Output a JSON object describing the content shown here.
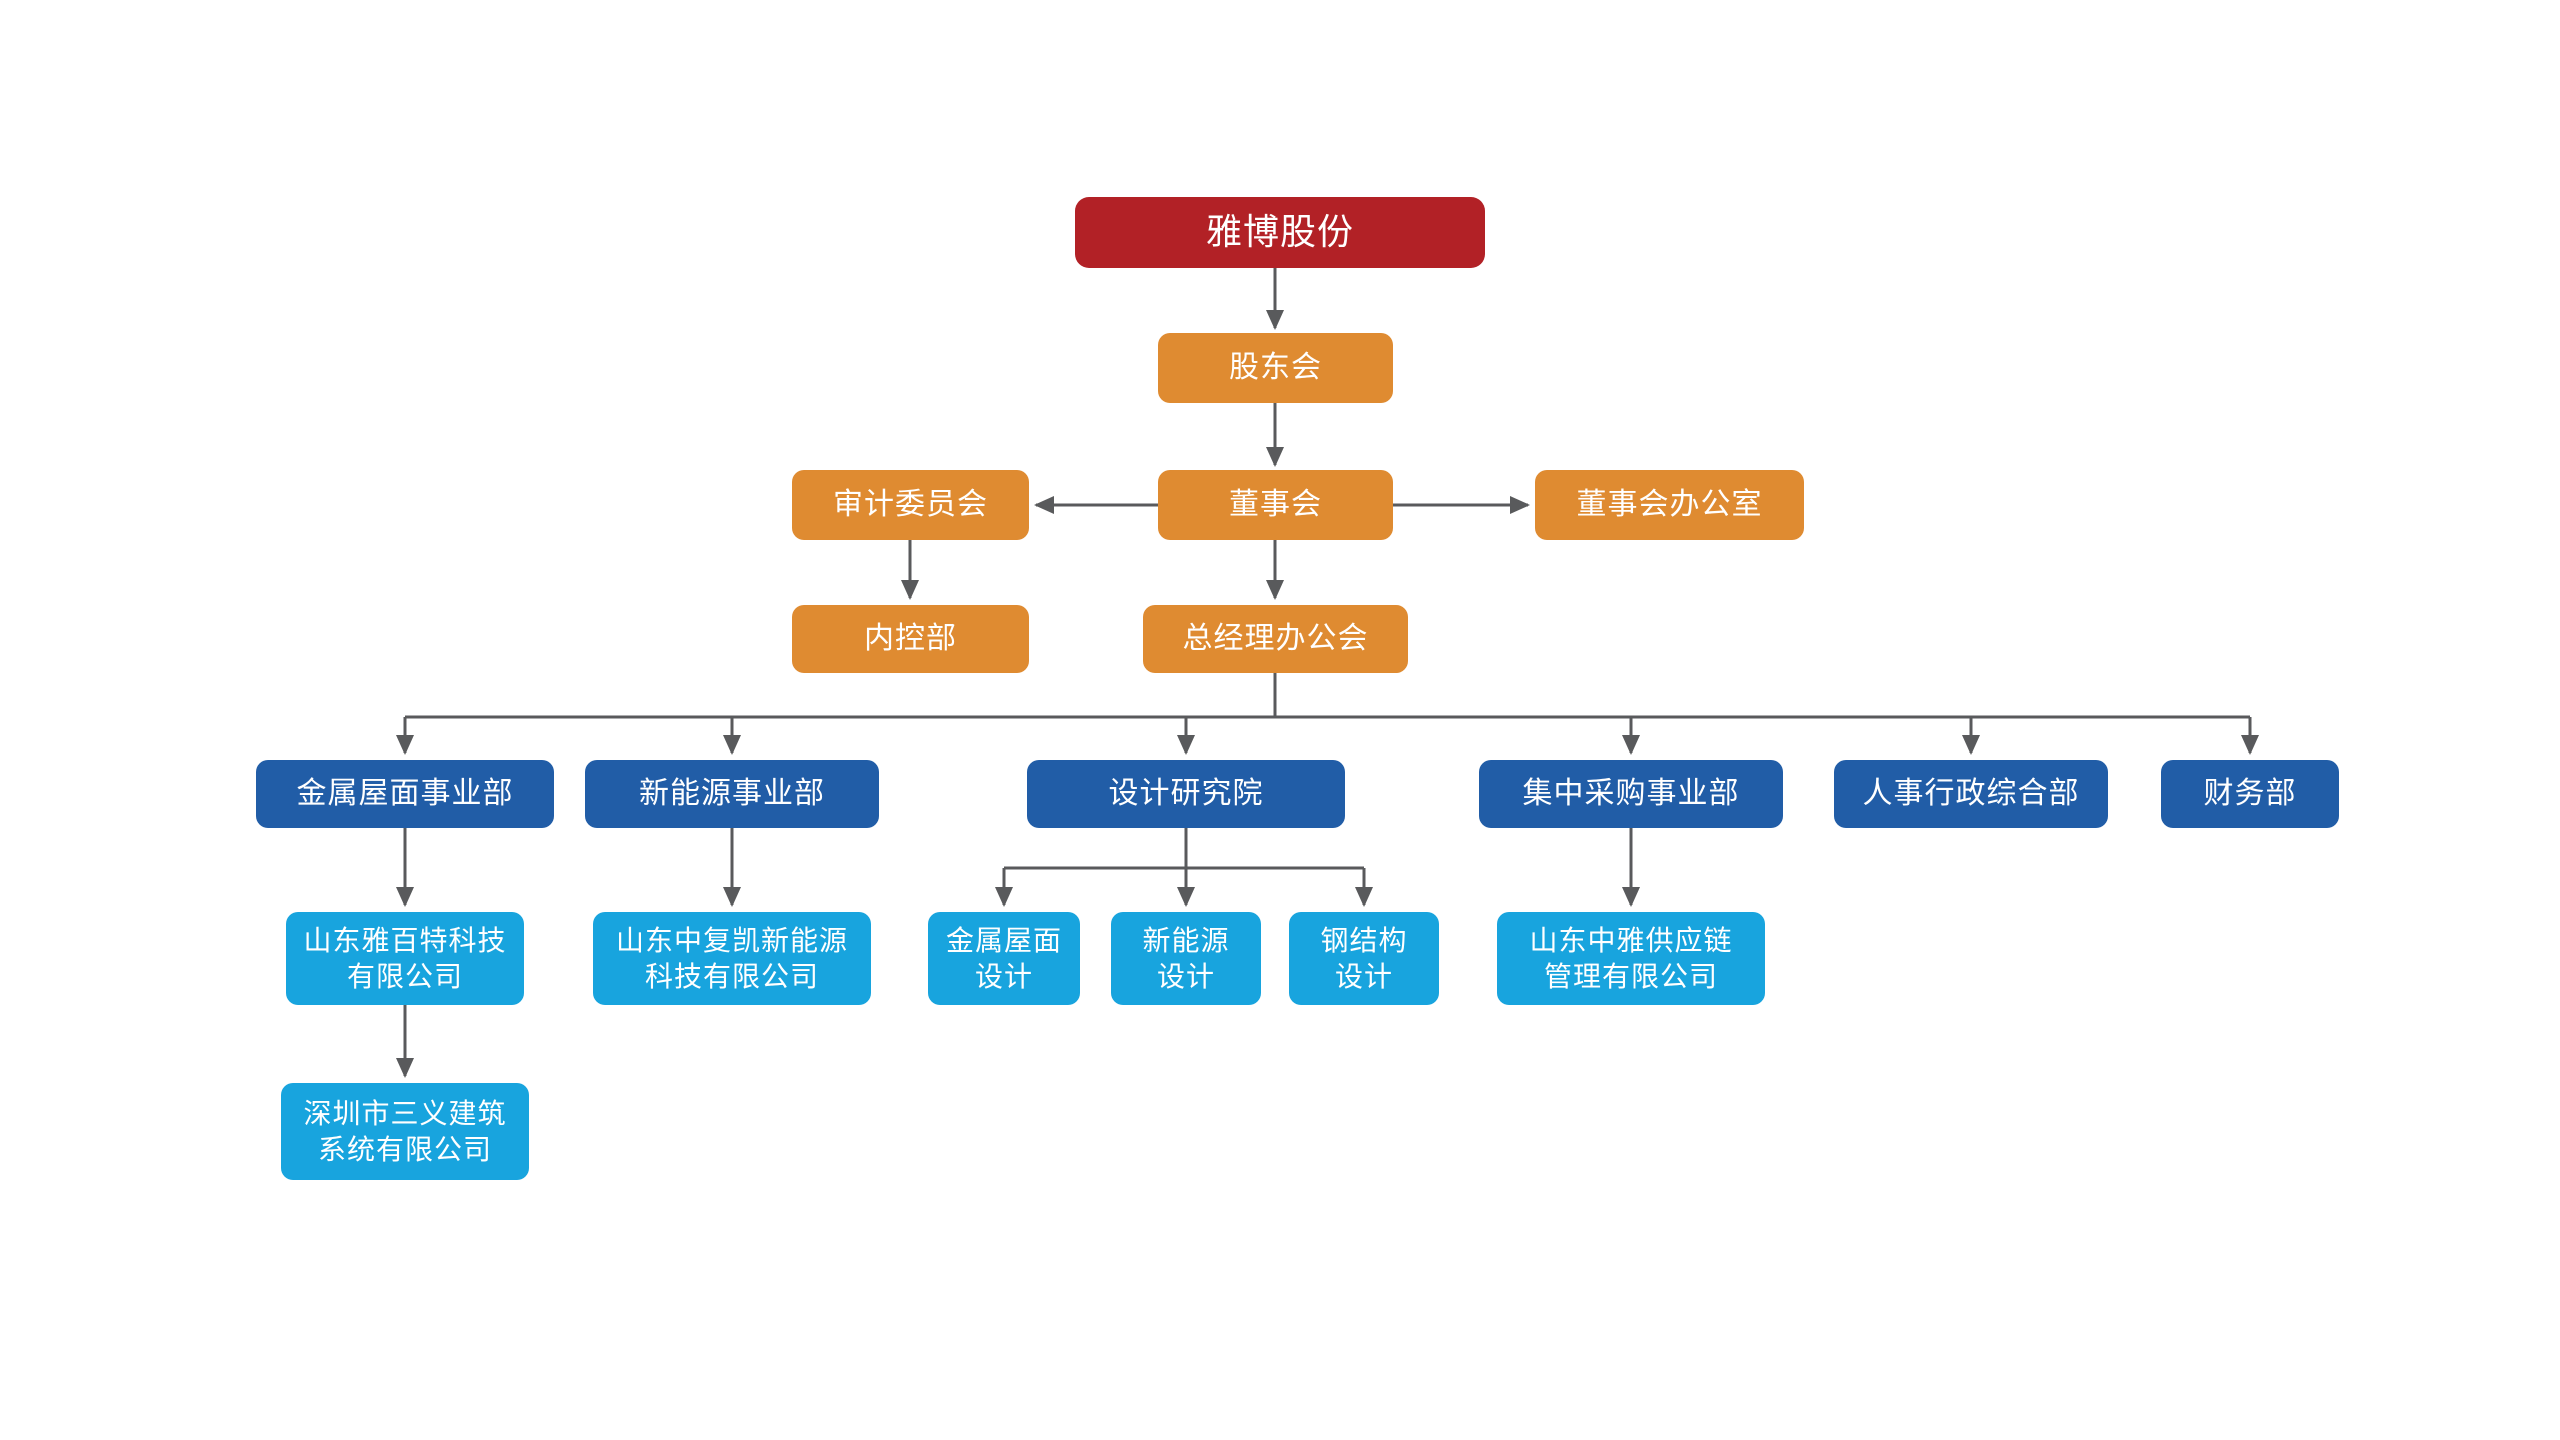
{
  "diagram": {
    "type": "org-chart",
    "colors": {
      "root_red": "#b22126",
      "governance_orange": "#df8b31",
      "department_blue": "#215da7",
      "subsidiary_lightblue": "#18a4de",
      "connector_gray": "#595a5c",
      "text": "#ffffff",
      "background": "#ffffff"
    }
  },
  "nodes": {
    "root": {
      "label": "雅博股份"
    },
    "shareholders_meeting": {
      "label": "股东会"
    },
    "audit_committee": {
      "label": "审计委员会"
    },
    "board": {
      "label": "董事会"
    },
    "board_office": {
      "label": "董事会办公室"
    },
    "internal_control_dept": {
      "label": "内控部"
    },
    "gm_office": {
      "label": "总经理办公会"
    },
    "metal_roof_bu": {
      "label": "金属屋面事业部"
    },
    "new_energy_bu": {
      "label": "新能源事业部"
    },
    "design_institute": {
      "label": "设计研究院"
    },
    "procurement_bu": {
      "label": "集中采购事业部"
    },
    "hr_admin_dept": {
      "label": "人事行政综合部"
    },
    "finance_dept": {
      "label": "财务部"
    },
    "yabaite_co": {
      "label": "山东雅百特科技\n有限公司"
    },
    "zhongfukai_co": {
      "label": "山东中复凯新能源\n科技有限公司"
    },
    "metal_roof_design": {
      "label": "金属屋面\n设计"
    },
    "new_energy_design": {
      "label": "新能源\n设计"
    },
    "steel_structure_design": {
      "label": "钢结构\n设计"
    },
    "zhongya_co": {
      "label": "山东中雅供应链\n管理有限公司"
    },
    "sanyi_co": {
      "label": "深圳市三义建筑\n系统有限公司"
    }
  },
  "edges": [
    {
      "from": "雅博股份",
      "to": "股东会"
    },
    {
      "from": "股东会",
      "to": "董事会"
    },
    {
      "from": "董事会",
      "to": "审计委员会"
    },
    {
      "from": "董事会",
      "to": "董事会办公室"
    },
    {
      "from": "审计委员会",
      "to": "内控部"
    },
    {
      "from": "董事会",
      "to": "总经理办公会"
    },
    {
      "from": "总经理办公会",
      "to": "金属屋面事业部"
    },
    {
      "from": "总经理办公会",
      "to": "新能源事业部"
    },
    {
      "from": "总经理办公会",
      "to": "设计研究院"
    },
    {
      "from": "总经理办公会",
      "to": "集中采购事业部"
    },
    {
      "from": "总经理办公会",
      "to": "人事行政综合部"
    },
    {
      "from": "总经理办公会",
      "to": "财务部"
    },
    {
      "from": "金属屋面事业部",
      "to": "山东雅百特科技有限公司"
    },
    {
      "from": "新能源事业部",
      "to": "山东中复凯新能源科技有限公司"
    },
    {
      "from": "设计研究院",
      "to": "金属屋面设计"
    },
    {
      "from": "设计研究院",
      "to": "新能源设计"
    },
    {
      "from": "设计研究院",
      "to": "钢结构设计"
    },
    {
      "from": "集中采购事业部",
      "to": "山东中雅供应链管理有限公司"
    },
    {
      "from": "山东雅百特科技有限公司",
      "to": "深圳市三义建筑系统有限公司"
    }
  ]
}
